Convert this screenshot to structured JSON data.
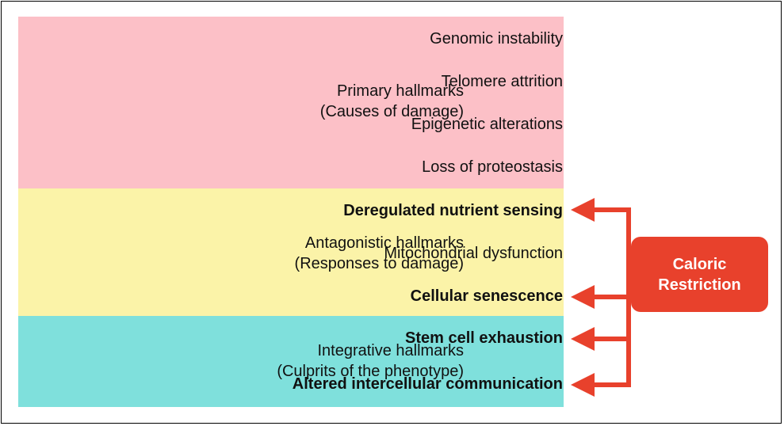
{
  "colors": {
    "primary_band": "#fcc0c7",
    "antagonistic_band": "#fbf3a8",
    "integrative_band": "#7fe0dc",
    "arrow": "#e8412c",
    "box": "#e8412c"
  },
  "groups": [
    {
      "key": "primary",
      "line1": "Primary hallmarks",
      "line2": "(Causes of damage)"
    },
    {
      "key": "antagonistic",
      "line1": "Antagonistic hallmarks",
      "line2": "(Responses to damage)"
    },
    {
      "key": "integrative",
      "line1": "Integrative hallmarks",
      "line2": "(Culprits of the phenotype)"
    }
  ],
  "items": [
    {
      "label": "Genomic instability",
      "bold": false
    },
    {
      "label": "Telomere attrition",
      "bold": false
    },
    {
      "label": "Epigenetic alterations",
      "bold": false
    },
    {
      "label": "Loss of proteostasis",
      "bold": false
    },
    {
      "label": "Deregulated nutrient sensing",
      "bold": true
    },
    {
      "label": "Mitochondrial dysfunction",
      "bold": false
    },
    {
      "label": "Cellular senescence",
      "bold": true
    },
    {
      "label": "Stem cell exhaustion",
      "bold": true
    },
    {
      "label": "Altered intercellular communication",
      "bold": true
    }
  ],
  "intervention": {
    "line1": "Caloric",
    "line2": "Restriction"
  }
}
